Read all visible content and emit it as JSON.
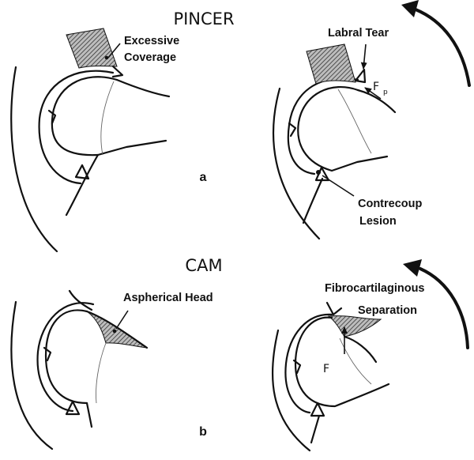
{
  "titles": {
    "pincer": "PINCER",
    "cam": "CAM"
  },
  "panels": {
    "a": "a",
    "b": "b"
  },
  "labels": {
    "excessive_1": "Excessive",
    "excessive_2": "Coverage",
    "labral_tear": "Labral Tear",
    "fp_main": "F",
    "fp_sub": "p",
    "contrecoup_1": "Contrecoup",
    "contrecoup_2": "Lesion",
    "aspherical_head": "Aspherical Head",
    "fibro_1": "Fibrocartilaginous",
    "fibro_2": "Separation",
    "f_cam": "F"
  }
}
